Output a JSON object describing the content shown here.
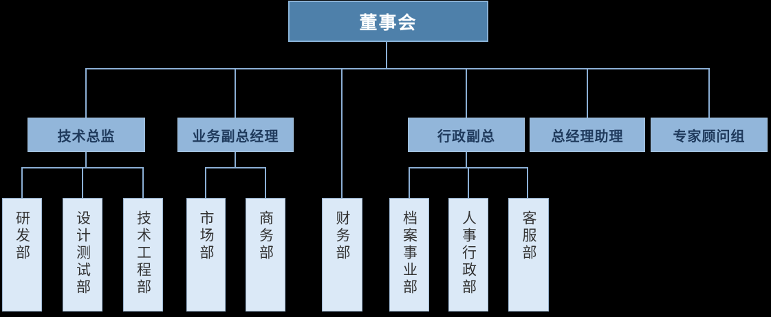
{
  "org": {
    "root": {
      "label": "董事会"
    },
    "managers": [
      {
        "label": "技术总监",
        "departments": [
          "研发部",
          "设计测试部",
          "技术工程部"
        ]
      },
      {
        "label": "业务副总经理",
        "departments": [
          "市场部",
          "商务部"
        ]
      },
      {
        "label": "行政副总",
        "departments": [
          "档案事业部",
          "人事行政部",
          "客服部"
        ]
      },
      {
        "label": "总经理助理",
        "departments": []
      },
      {
        "label": "专家顾问组",
        "departments": []
      }
    ],
    "direct_departments": [
      "财务部"
    ]
  },
  "colors": {
    "background": "#000000",
    "root_fill": "#4e80aa",
    "root_text": "#ffffff",
    "manager_fill": "#92b6da",
    "manager_text": "#1f3a5c",
    "department_fill": "#dbe9f7",
    "department_text": "#333333",
    "connector": "#8cb0d6"
  }
}
